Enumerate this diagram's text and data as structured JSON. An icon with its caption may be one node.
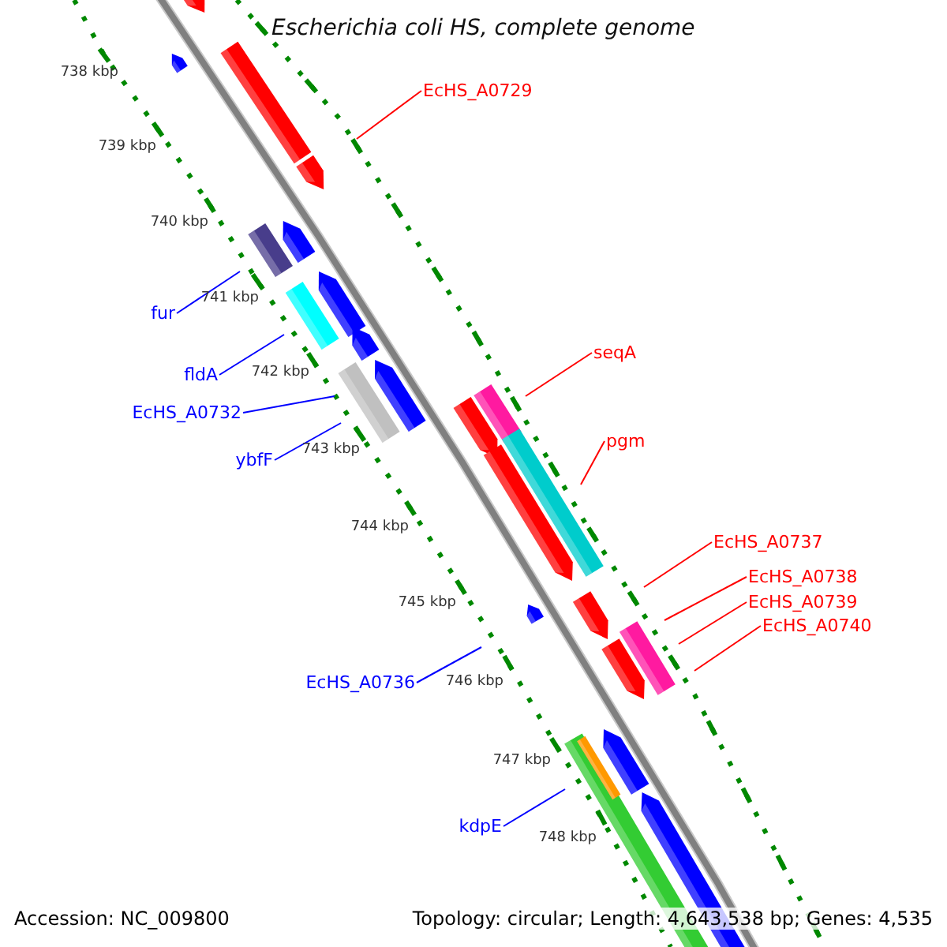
{
  "diagram": {
    "title": "Escherichia coli HS, complete genome",
    "nodes": [
      {
        "text": [
          "EcHS_A0729"
        ]
      },
      {
        "text": [
          "fur"
        ]
      },
      {
        "text": [
          "fldA"
        ]
      },
      {
        "text": [
          "EcHS_A0732"
        ]
      },
      {
        "text": [
          "ybfF"
        ]
      },
      {
        "text": [
          "seqA"
        ]
      },
      {
        "text": [
          "pgm"
        ]
      },
      {
        "text": [
          "EcHS_A0737"
        ]
      },
      {
        "text": [
          "EcHS_A0738"
        ]
      },
      {
        "text": [
          "EcHS_A0739"
        ]
      },
      {
        "text": [
          "EcHS_A0740"
        ]
      },
      {
        "text": [
          "EcHS_A0736"
        ]
      },
      {
        "text": [
          "kdpE"
        ]
      }
    ],
    "edges": [
      {
        "from": 0,
        "to": null,
        "arrow": "none"
      },
      {
        "from": 1,
        "to": null,
        "arrow": "none",
        "color": "#0000ff"
      },
      {
        "from": 2,
        "to": null,
        "arrow": "none",
        "color": "#0000ff"
      },
      {
        "from": 3,
        "to": null,
        "arrow": "none",
        "color": "#0000ff"
      },
      {
        "from": 4,
        "to": null,
        "arrow": "none",
        "color": "#0000ff"
      },
      {
        "from": 5,
        "to": null,
        "arrow": "none"
      },
      {
        "from": 6,
        "to": null,
        "arrow": "none"
      },
      {
        "from": 7,
        "to": null,
        "arrow": "none"
      },
      {
        "from": 8,
        "to": null,
        "arrow": "none"
      },
      {
        "from": 9,
        "to": null,
        "arrow": "none"
      },
      {
        "from": 10,
        "to": null,
        "arrow": "none"
      },
      {
        "from": 11,
        "to": null,
        "arrow": "none",
        "color": "#0000ff"
      },
      {
        "from": 12,
        "to": null,
        "arrow": "none",
        "color": "#0000ff"
      }
    ],
    "labels": [
      "738 kbp",
      "739 kbp",
      "740 kbp",
      "741 kbp",
      "742 kbp",
      "743 kbp",
      "744 kbp",
      "745 kbp",
      "746 kbp",
      "747 kbp",
      "748 kbp",
      "Accession: NC_009800",
      "Topology: circular; Length: 4,643,538 bp; Genes: 4,535"
    ]
  }
}
